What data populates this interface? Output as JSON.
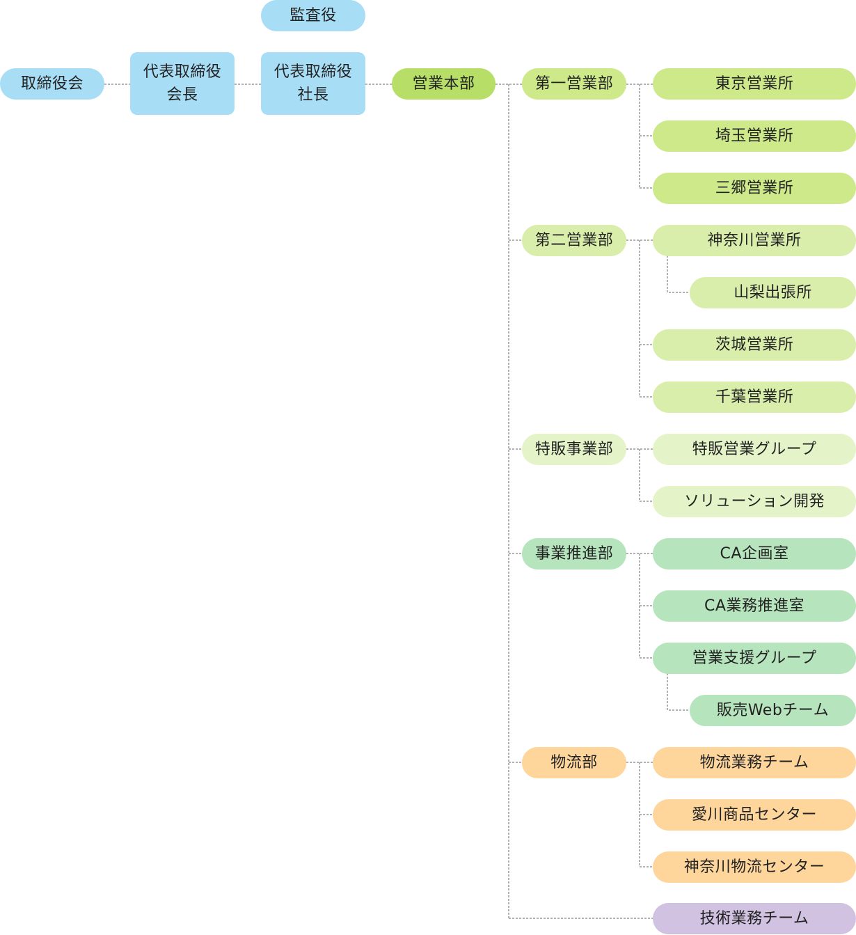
{
  "colors": {
    "executive": "#a8ddf6",
    "headquarters": "#b7de66",
    "division1": "#cde98a",
    "division2": "#d9eeab",
    "special": "#e5f4c8",
    "promotion": "#b6e4bd",
    "logistics": "#fed69c",
    "technical": "#d2c2e2",
    "line": "#666666"
  },
  "nodes": {
    "auditor": "監査役",
    "board": "取締役会",
    "chairman": "代表取締役\n会長",
    "president": "代表取締役\n社長",
    "hq": "営業本部",
    "div1": "第一営業部",
    "tokyo": "東京営業所",
    "saitama": "埼玉営業所",
    "misato": "三郷営業所",
    "div2": "第二営業部",
    "kanagawa": "神奈川営業所",
    "yamanashi": "山梨出張所",
    "ibaraki": "茨城営業所",
    "chiba": "千葉営業所",
    "special": "特販事業部",
    "special_group": "特販営業グループ",
    "solution": "ソリューション開発",
    "promotion": "事業推進部",
    "ca_planning": "CA企画室",
    "ca_business": "CA業務推進室",
    "sales_support": "営業支援グループ",
    "web_team": "販売Webチーム",
    "logistics": "物流部",
    "logistics_team": "物流業務チーム",
    "aikawa": "愛川商品センター",
    "kanagawa_logistics": "神奈川物流センター",
    "technical": "技術業務チーム"
  }
}
